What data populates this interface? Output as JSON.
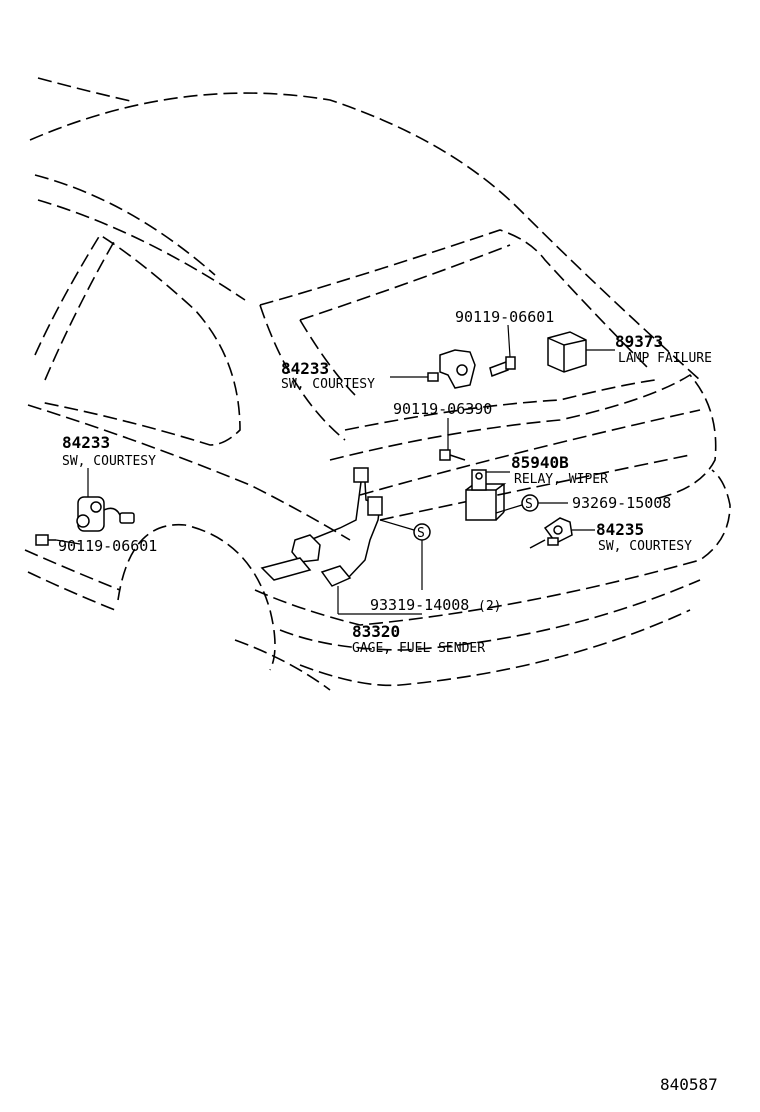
{
  "figure_number": "840587",
  "callouts": [
    {
      "id": "sw-courtesy-left",
      "part_no": "84233",
      "name": "SW, COURTESY"
    },
    {
      "id": "screw-left",
      "part_no": "90119-06601"
    },
    {
      "id": "sw-courtesy-center",
      "part_no": "84233",
      "name": "SW, COURTESY"
    },
    {
      "id": "screw-top",
      "part_no": "90119-06601"
    },
    {
      "id": "lamp-failure",
      "part_no": "89373",
      "name": "LAMP FAILURE"
    },
    {
      "id": "bolt-relay",
      "part_no": "90119-06390"
    },
    {
      "id": "relay-wiper",
      "part_no": "85940B",
      "name": "RELAY, WIPER"
    },
    {
      "id": "screw-s-right",
      "part_no": "93269-15008"
    },
    {
      "id": "sw-courtesy-right",
      "part_no": "84235",
      "name": "SW, COURTESY"
    },
    {
      "id": "screw-s-center",
      "part_no": "93319-14008",
      "qty": "(2)"
    },
    {
      "id": "gage-fuel-sender",
      "part_no": "83320",
      "name": "GAGE, FUEL SENDER"
    }
  ],
  "symbols": {
    "service_mark": "S"
  }
}
